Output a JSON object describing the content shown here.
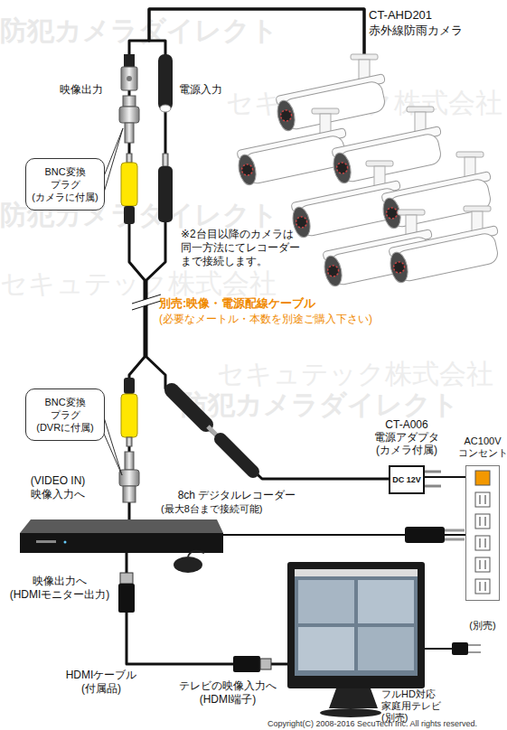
{
  "diagram": {
    "nodes": [
      {
        "text": [
          "CT-AHD201 赤外線防雨カメラ"
        ]
      },
      {
        "text": [
          "BNC変換 プラグ (カメラに付属)"
        ]
      },
      {
        "text": [
          "BNC変換 プラグ (DVRに付属)"
        ]
      },
      {
        "text": [
          "CT-A006 電源アダプタ (カメラ付属)",
          "DC 12V"
        ]
      },
      {
        "text": [
          "AC100V コンセント",
          "(別売)"
        ]
      },
      {
        "text": [
          "8ch デジタルレコーダー",
          "(最大8台まで接続可能)"
        ]
      },
      {
        "text": [
          "フルHD対応 家庭用テレビ(別売)"
        ]
      }
    ],
    "edges": [
      {
        "from": 0,
        "to": 5,
        "arrow": "none"
      },
      {
        "from": 0,
        "to": 3,
        "arrow": "none"
      },
      {
        "from": 3,
        "to": 4,
        "arrow": "none"
      },
      {
        "from": 5,
        "to": 4,
        "arrow": "none"
      },
      {
        "from": 5,
        "to": 6,
        "arrow": "none"
      }
    ],
    "labels": [
      "防犯カメラダイレクト",
      "セキュテック株式会社",
      "防犯カメラダイレクト",
      "セキュテック株式会社",
      "防犯カメラダイレクト",
      "セキュテック株式会社",
      "映像出力",
      "電源入力",
      "※2台目以降のカメラは 同一方法にてレコーダー まで接続します。",
      "別売:映像・電源配線ケーブル",
      "(必要なメートル・本数を別途ご購入下さい)",
      "(VIDEO IN) 映像入力へ",
      "映像出力へ (HDMIモニター出力)",
      "HDMIケーブル (付属品)",
      "テレビの映像入力へ (HDMI端子)",
      "Copyright(C) 2008-2016 SecuTech Inc. All rights reserved."
    ]
  }
}
